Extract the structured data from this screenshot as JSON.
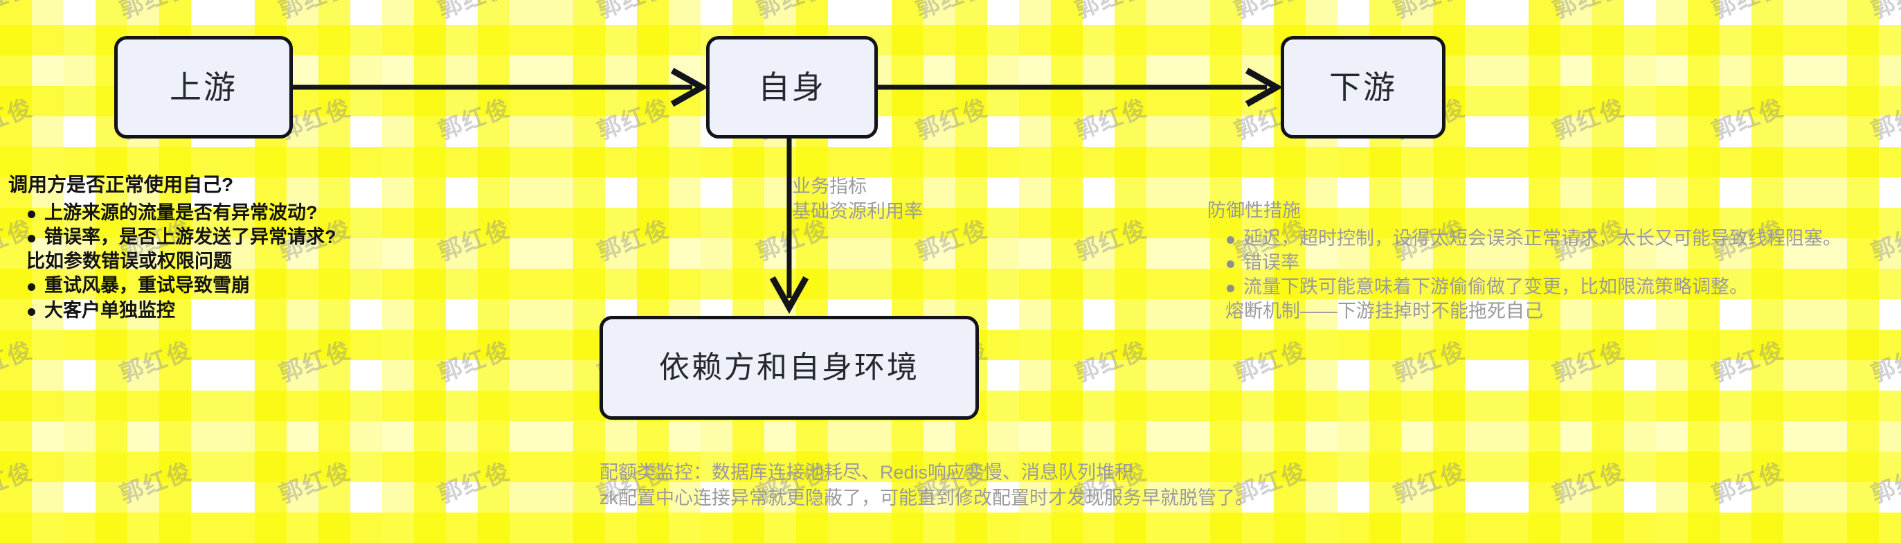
{
  "diagram": {
    "nodes": {
      "upstream": "上游",
      "self": "自身",
      "downstream": "下游",
      "dependencies": "依赖方和自身环境"
    },
    "node_fill": "#eef1f9",
    "node_border": "#12141a",
    "arrow_color": "#12141a"
  },
  "left_block": {
    "heading": "调用方是否正常使用自己?",
    "items": [
      {
        "text": "上游来源的流量是否有异常波动?",
        "bullet": true
      },
      {
        "text": "错误率，是否上游发送了异常请求?",
        "bullet": true
      },
      {
        "text": "比如参数错误或权限问题",
        "bullet": false
      },
      {
        "text": "重试风暴，重试导致雪崩",
        "bullet": true
      },
      {
        "text": "大客户单独监控",
        "bullet": true
      }
    ]
  },
  "mid_labels": {
    "line1": "业务指标",
    "line2": "基础资源利用率"
  },
  "right_block": {
    "heading": "防御性措施",
    "items": [
      {
        "text": "延迟，超时控制，设得太短会误杀正常请求，太长又可能导致线程阻塞。",
        "bullet": true
      },
      {
        "text": "错误率",
        "bullet": true
      },
      {
        "text": "流量下跌可能意味着下游偷偷做了变更，比如限流策略调整。",
        "bullet": true
      },
      {
        "text": "熔断机制——下游挂掉时不能拖死自己",
        "bullet": false
      }
    ]
  },
  "bottom_note": {
    "line1": "配额类监控：数据库连接池耗尽、Redis响应变慢、消息队列堆积",
    "line2": "zk配置中心连接异常就更隐蔽了，可能直到修改配置时才发现服务早就脱管了。"
  },
  "watermark": {
    "text": "郭红俊",
    "color": "#8c8c8c"
  }
}
